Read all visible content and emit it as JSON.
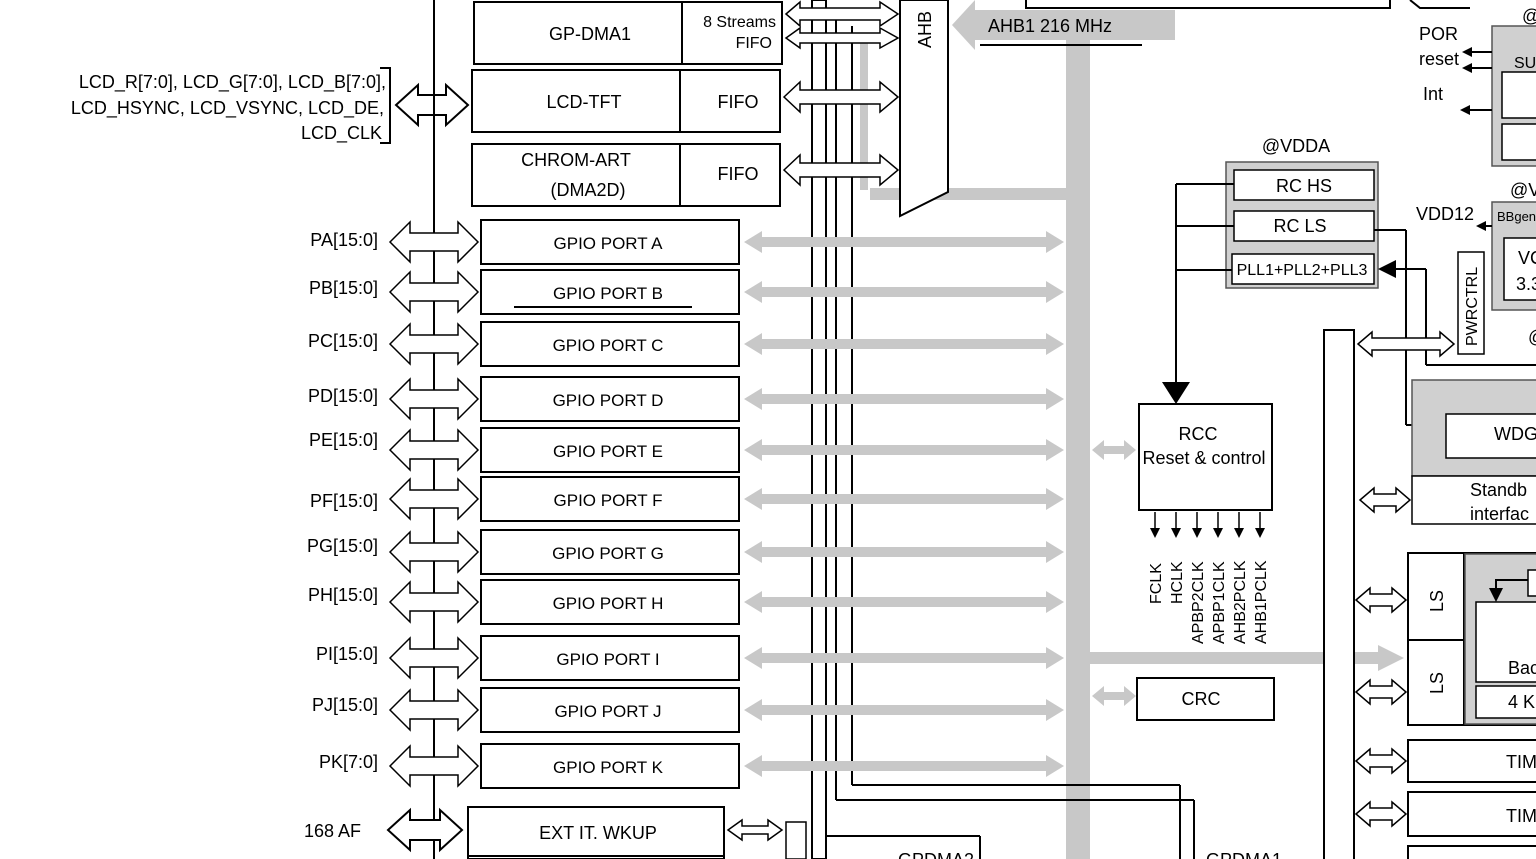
{
  "bus": {
    "ahb1_label": "AHB1 216 MHz",
    "ahb_vertical": "AHB"
  },
  "blocks": {
    "gpdma1": "GP-DMA1",
    "streams_line1": "8 Streams",
    "streams_line2": "FIFO",
    "lcd_tft": "LCD-TFT",
    "lcd_fifo": "FIFO",
    "chrom_line1": "CHROM-ART",
    "chrom_line2": "(DMA2D)",
    "chrom_fifo": "FIFO",
    "ext_it": "EXT IT. WKUP",
    "gpdma2_partial": "GPDMA2",
    "gpdma1_partial": "GPDMA1"
  },
  "lcd_signals": {
    "line1": "LCD_R[7:0], LCD_G[7:0], LCD_B[7:0],",
    "line2": "LCD_HSYNC, LCD_VSYNC, LCD_DE,",
    "line3": "LCD_CLK"
  },
  "gpio": [
    {
      "pin": "PA[15:0]",
      "port": "GPIO PORT A"
    },
    {
      "pin": "PB[15:0]",
      "port": "GPIO PORT B"
    },
    {
      "pin": "PC[15:0]",
      "port": "GPIO PORT C"
    },
    {
      "pin": "PD[15:0]",
      "port": "GPIO PORT D"
    },
    {
      "pin": "PE[15:0]",
      "port": "GPIO PORT E"
    },
    {
      "pin": "PF[15:0]",
      "port": "GPIO PORT F"
    },
    {
      "pin": "PG[15:0]",
      "port": "GPIO PORT G"
    },
    {
      "pin": "PH[15:0]",
      "port": "GPIO PORT H"
    },
    {
      "pin": "PI[15:0]",
      "port": "GPIO PORT I"
    },
    {
      "pin": "PJ[15:0]",
      "port": "GPIO PORT J"
    },
    {
      "pin": "PK[7:0]",
      "port": "GPIO PORT K"
    }
  ],
  "af_label": "168 AF",
  "clock": {
    "domain": "@VDDA",
    "rc_hs": "RC HS",
    "rc_ls": "RC LS",
    "pll": "PLL1+PLL2+PLL3",
    "rcc_line1": "RCC",
    "rcc_line2": "Reset & control",
    "outputs": [
      "FCLK",
      "HCLK",
      "APBP2CLK",
      "APBP1CLK",
      "AHB2PCLK",
      "AHB1PCLK"
    ],
    "crc": "CRC"
  },
  "power": {
    "at_partial": "@",
    "por": "POR",
    "reset": "reset",
    "int": "Int",
    "su_partial": "SU",
    "at_v_partial": "@V",
    "bbgen_partial": "BBgen",
    "vdd12": "VDD12",
    "vc_partial": "VC",
    "v33_partial": "3.3",
    "pwrctrl": "PWRCTRL",
    "at_partial2": "@",
    "wdg_partial": "WDG",
    "standby_line1": "Standb",
    "standby_line2": "interfac",
    "ls1": "LS",
    "ls2": "LS",
    "bac_partial": "Bac",
    "k4_partial": "4 K",
    "tim1_partial": "TIM",
    "tim2_partial": "TIM"
  }
}
